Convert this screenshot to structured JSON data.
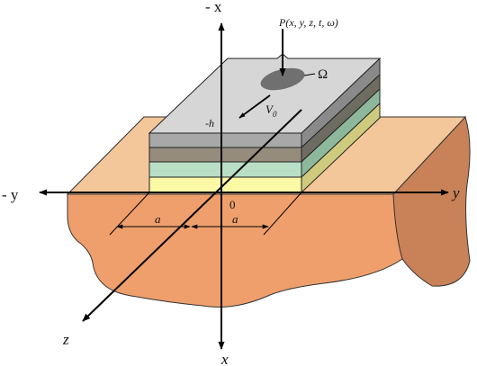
{
  "axes": {
    "neg_x": "- x",
    "pos_x": "x",
    "neg_y": "- y",
    "pos_y": "y",
    "z": "z",
    "origin": "0"
  },
  "labels": {
    "point": "P(x, y, z, t, ω)",
    "omega": "Ω",
    "velocity_main": "V",
    "velocity_sub": "0",
    "depth": "-h",
    "half_width_left": "a",
    "half_width_right": "a"
  },
  "colors": {
    "ground_top": "#F4C79A",
    "ground_front": "#EE9F6C",
    "ground_right": "#C98258",
    "slab_top": "#D6D6D6",
    "layer1": "#A8A8A8",
    "layer2": "#968C7C",
    "layer3": "#B9DEC6",
    "layer4": "#FBF8A6",
    "side1": "#8A8A8A",
    "side2": "#6E6C60",
    "side3": "#8DB89C",
    "side4": "#CFCB7E",
    "load_ellipse": "#707070"
  }
}
